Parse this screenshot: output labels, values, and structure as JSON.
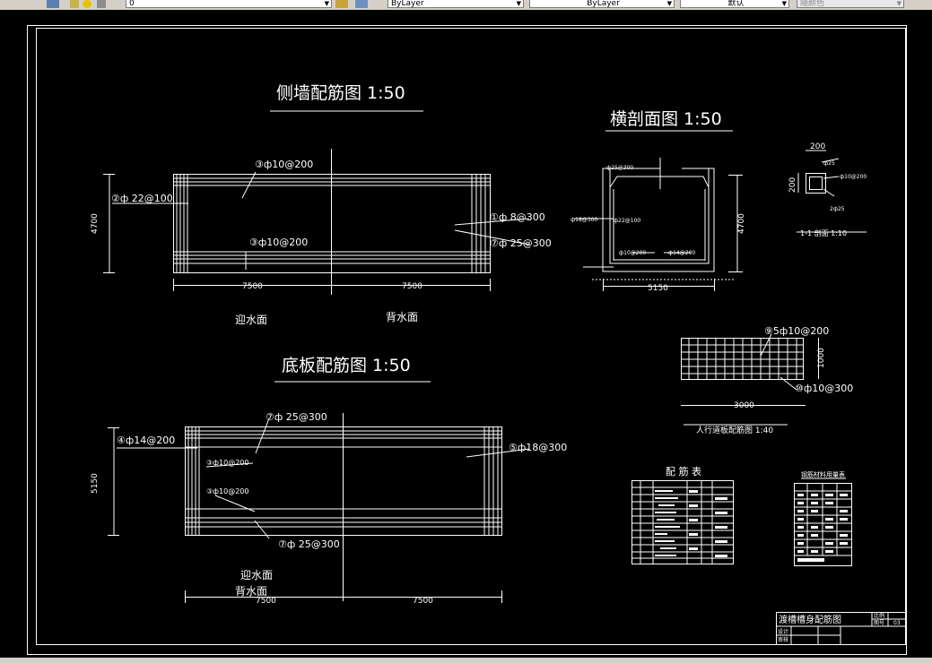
{
  "toolbar": {
    "layer_combo": "0",
    "color_combo": "ByLayer",
    "linetype_combo": "ByLayer",
    "lineweight_combo": "默认",
    "plotstyle_combo": "随颜色"
  },
  "drawing": {
    "side_wall": {
      "title": "侧墙配筋图 1:50",
      "label_3a": "③ф10@200",
      "label_2": "②ф 22@100",
      "label_1": "①ф 8@300",
      "label_7": "⑦ф 25@300",
      "label_3b": "③ф10@200",
      "dim_height": "4700",
      "dim_left": "7500",
      "dim_right": "7500",
      "face_front": "迎水面",
      "face_back": "背水面"
    },
    "cross_section": {
      "title": "横剖面图 1:50",
      "dim_height": "4700",
      "dim_width": "5150",
      "small_labels": [
        "ф25@300",
        "ф22@100",
        "ф18@300",
        "ф14@200",
        "ф10@200"
      ]
    },
    "section_1_1": {
      "title": "1-1 剖面 1:10",
      "dim_top": "200",
      "dim_side": "200",
      "labels": [
        "ф25",
        "ф10@200",
        "2ф25"
      ]
    },
    "walkway": {
      "title": "人行道板配筋图 1:40",
      "label_9": "⑨5ф10@200",
      "label_10": "⑩ф10@300",
      "dim_height": "1000",
      "dim_width": "3000"
    },
    "bottom_slab": {
      "title": "底板配筋图 1:50",
      "label_7a": "⑦ф 25@300",
      "label_4": "④ф14@200",
      "label_5": "⑤ф18@300",
      "label_3a": "③ф10@200",
      "label_3b": "③ф10@200",
      "label_7b": "⑦ф 25@300",
      "dim_height": "5150",
      "dim_left": "7500",
      "dim_right": "7500",
      "face_front": "迎水面",
      "face_back": "背水面"
    },
    "rebar_table": {
      "title": "配 筋 表"
    },
    "material_table": {
      "title": "钢筋材料用量表"
    },
    "title_block": {
      "drawing_name": "渡槽槽身配筋图",
      "label_scale": "比例",
      "label_no": "图号",
      "value_no": "03",
      "label_design": "设计",
      "label_check": "审核"
    }
  }
}
